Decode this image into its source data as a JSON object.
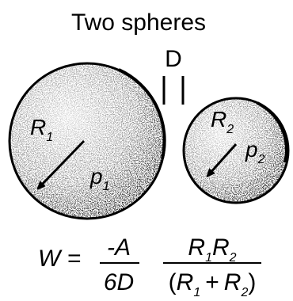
{
  "title": "Two spheres",
  "gap_label": "D",
  "sphere_left": {
    "radius_symbol": "R",
    "radius_sub": "1",
    "density_symbol": "p",
    "density_sub": "1"
  },
  "sphere_right": {
    "radius_symbol": "R",
    "radius_sub": "2",
    "density_symbol": "p",
    "density_sub": "2"
  },
  "formula": {
    "lhs": "W =",
    "frac1_num": "-A",
    "frac1_den": "6D",
    "frac2_num_r1": "R",
    "frac2_num_s1": "1",
    "frac2_num_r2": "R",
    "frac2_num_s2": "2",
    "frac2_den_open": "(",
    "frac2_den_r1": "R",
    "frac2_den_s1": "1",
    "frac2_den_plus": "+",
    "frac2_den_r2": "R",
    "frac2_den_s2": "2",
    "frac2_den_close": ")"
  },
  "colors": {
    "ink": "#000000",
    "paper": "#ffffff"
  }
}
